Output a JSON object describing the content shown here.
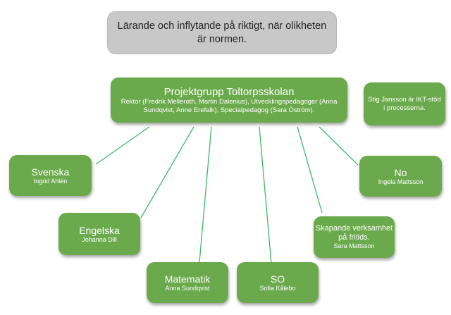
{
  "header": {
    "text": "Lärande och inflytande på riktigt, när olikheten är normen."
  },
  "central": {
    "title": "Projektgrupp Toltorpsskolan",
    "subtitle": "Rektor (Fredrik Melleroth, Martin Dalenius), Utvecklingspedagoger (Anna Sundqvist, Anne Erefalk), Specialpedagog (Sara Öström)."
  },
  "side_note": {
    "text": "Stig Jansson är IKT-stöd i processerna."
  },
  "nodes": [
    {
      "title": "Svenska",
      "person": "Ingrid Ahlén"
    },
    {
      "title": "Engelska",
      "person": "Johanna Dill"
    },
    {
      "title": "Matematik",
      "person": "Anna Sundqvist"
    },
    {
      "title": "SO",
      "person": "Sofia Kålebo"
    },
    {
      "title": "Skapande verksamhet på fritids.",
      "person": "Sara Mattsson"
    },
    {
      "title": "No",
      "person": "Ingela Mattsson"
    }
  ],
  "colors": {
    "node_fill": "#6aaa4c",
    "connector": "#3cb86a",
    "header_fill": "#c8c8c8"
  }
}
